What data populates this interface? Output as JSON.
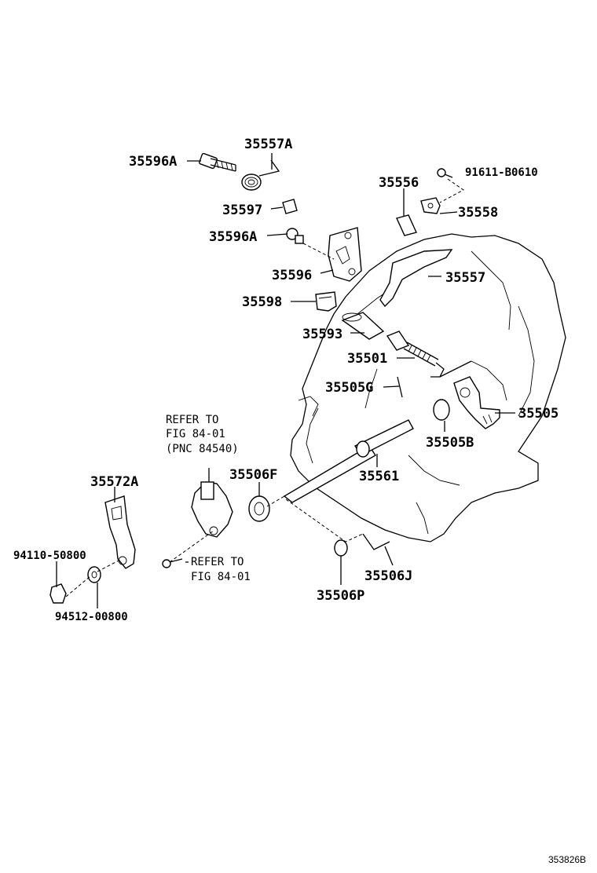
{
  "diagram": {
    "labels": {
      "p35557A": "35557A",
      "p35596A_1": "35596A",
      "p35597": "35597",
      "p35596A_2": "35596A",
      "p35596": "35596",
      "p35598": "35598",
      "p35593": "35593",
      "p35501": "35501",
      "p35505G": "35505G",
      "p35505": "35505",
      "p35505B": "35505B",
      "p35556": "35556",
      "p91611": "91611-B0610",
      "p35558": "35558",
      "p35557": "35557",
      "p35561": "35561",
      "p35506F": "35506F",
      "p35572A": "35572A",
      "p94110": "94110-50800",
      "p94512": "94512-00800",
      "p35506J": "35506J",
      "p35506P": "35506P"
    },
    "notes": {
      "refer1_line1": "REFER TO",
      "refer1_line2": "FIG 84-01",
      "refer1_line3": "(PNC 84540)",
      "refer2_line1": "REFER TO",
      "refer2_line2": "FIG 84-01"
    },
    "figure_id": "353826B"
  }
}
